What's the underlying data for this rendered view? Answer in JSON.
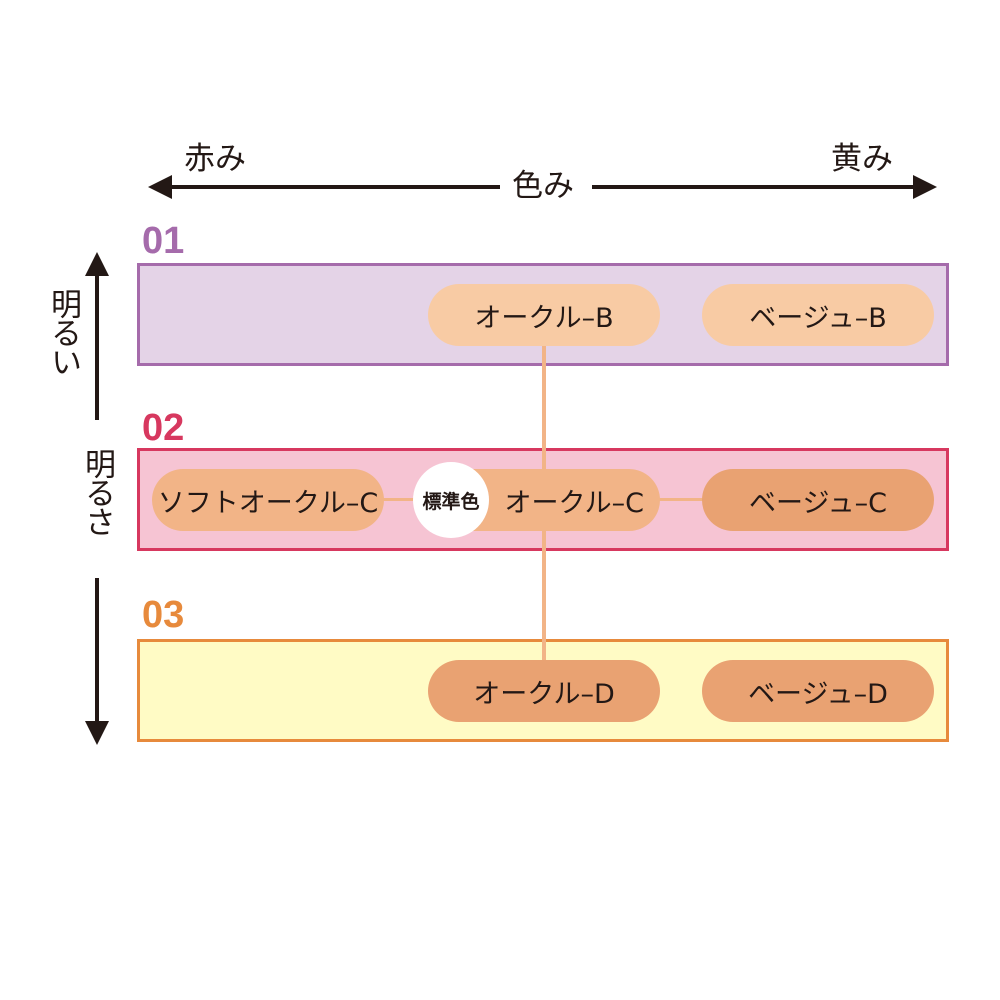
{
  "axes": {
    "hue": {
      "label": "色み",
      "left_label": "赤み",
      "right_label": "黄み"
    },
    "brightness": {
      "top_label": "明るい",
      "middle_label": "明るさ"
    }
  },
  "rows": [
    {
      "number": "01",
      "color": "#a56bab",
      "fill": "#e4d3e7",
      "shades": [
        "オークル–B",
        "ベージュ–B"
      ]
    },
    {
      "number": "02",
      "color": "#d7385f",
      "fill": "#f6c4d3",
      "shades": [
        "ソフトオークル–C",
        "オークル–C",
        "ベージュ–C"
      ]
    },
    {
      "number": "03",
      "color": "#e78a3c",
      "fill": "#fffbc5",
      "shades": [
        "オークル–D",
        "ベージュ–D"
      ]
    }
  ],
  "standard_badge": "標準色",
  "pill_colors": {
    "light": "#f8cba4",
    "medium": "#f2b487",
    "dark": "#e9a272"
  },
  "connector_color": "#f2b487"
}
